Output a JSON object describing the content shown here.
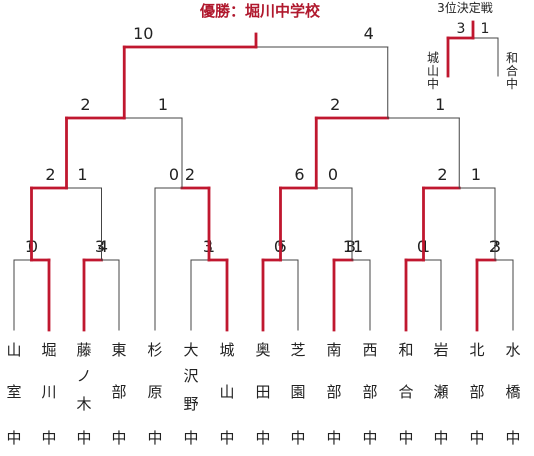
{
  "title": "優勝：堀川中学校",
  "third_place": {
    "title": "3位決定戦",
    "left_team": "城\n山\n中",
    "right_team": "和\n合\n中",
    "left_score": "3",
    "right_score": "1"
  },
  "teams": [
    [
      "山",
      "室",
      "",
      "中"
    ],
    [
      "堀",
      "川",
      "",
      "中"
    ],
    [
      "藤",
      "ノ",
      "木",
      "中"
    ],
    [
      "東",
      "部",
      "",
      "中"
    ],
    [
      "杉",
      "原",
      "",
      "中"
    ],
    [
      "大",
      "沢",
      "野",
      "中"
    ],
    [
      "城",
      "山",
      "",
      "中"
    ],
    [
      "奥",
      "田",
      "",
      "中"
    ],
    [
      "芝",
      "園",
      "",
      "中"
    ],
    [
      "南",
      "部",
      "",
      "中"
    ],
    [
      "西",
      "部",
      "",
      "中"
    ],
    [
      "和",
      "合",
      "",
      "中"
    ],
    [
      "岩",
      "瀬",
      "",
      "中"
    ],
    [
      "北",
      "部",
      "",
      "中"
    ],
    [
      "水",
      "橋",
      "",
      "中"
    ]
  ],
  "scores": {
    "r1": [
      [
        "0",
        "1"
      ],
      [
        "4",
        "3"
      ],
      [
        "1",
        "3"
      ],
      [
        "5",
        "0"
      ],
      [
        "11",
        "3"
      ],
      [
        "1",
        "0"
      ],
      [
        "3",
        "2"
      ]
    ],
    "r2": [
      [
        "2",
        "1"
      ],
      [
        "0",
        "2"
      ],
      [
        "6",
        "0"
      ],
      [
        "2",
        "1"
      ]
    ],
    "r3": [
      [
        "2",
        "1"
      ],
      [
        "2",
        "1"
      ]
    ],
    "final": [
      "10",
      "4"
    ]
  },
  "colors": {
    "winner": "#c0172f",
    "line": "#444444",
    "title": "#b0182d"
  }
}
